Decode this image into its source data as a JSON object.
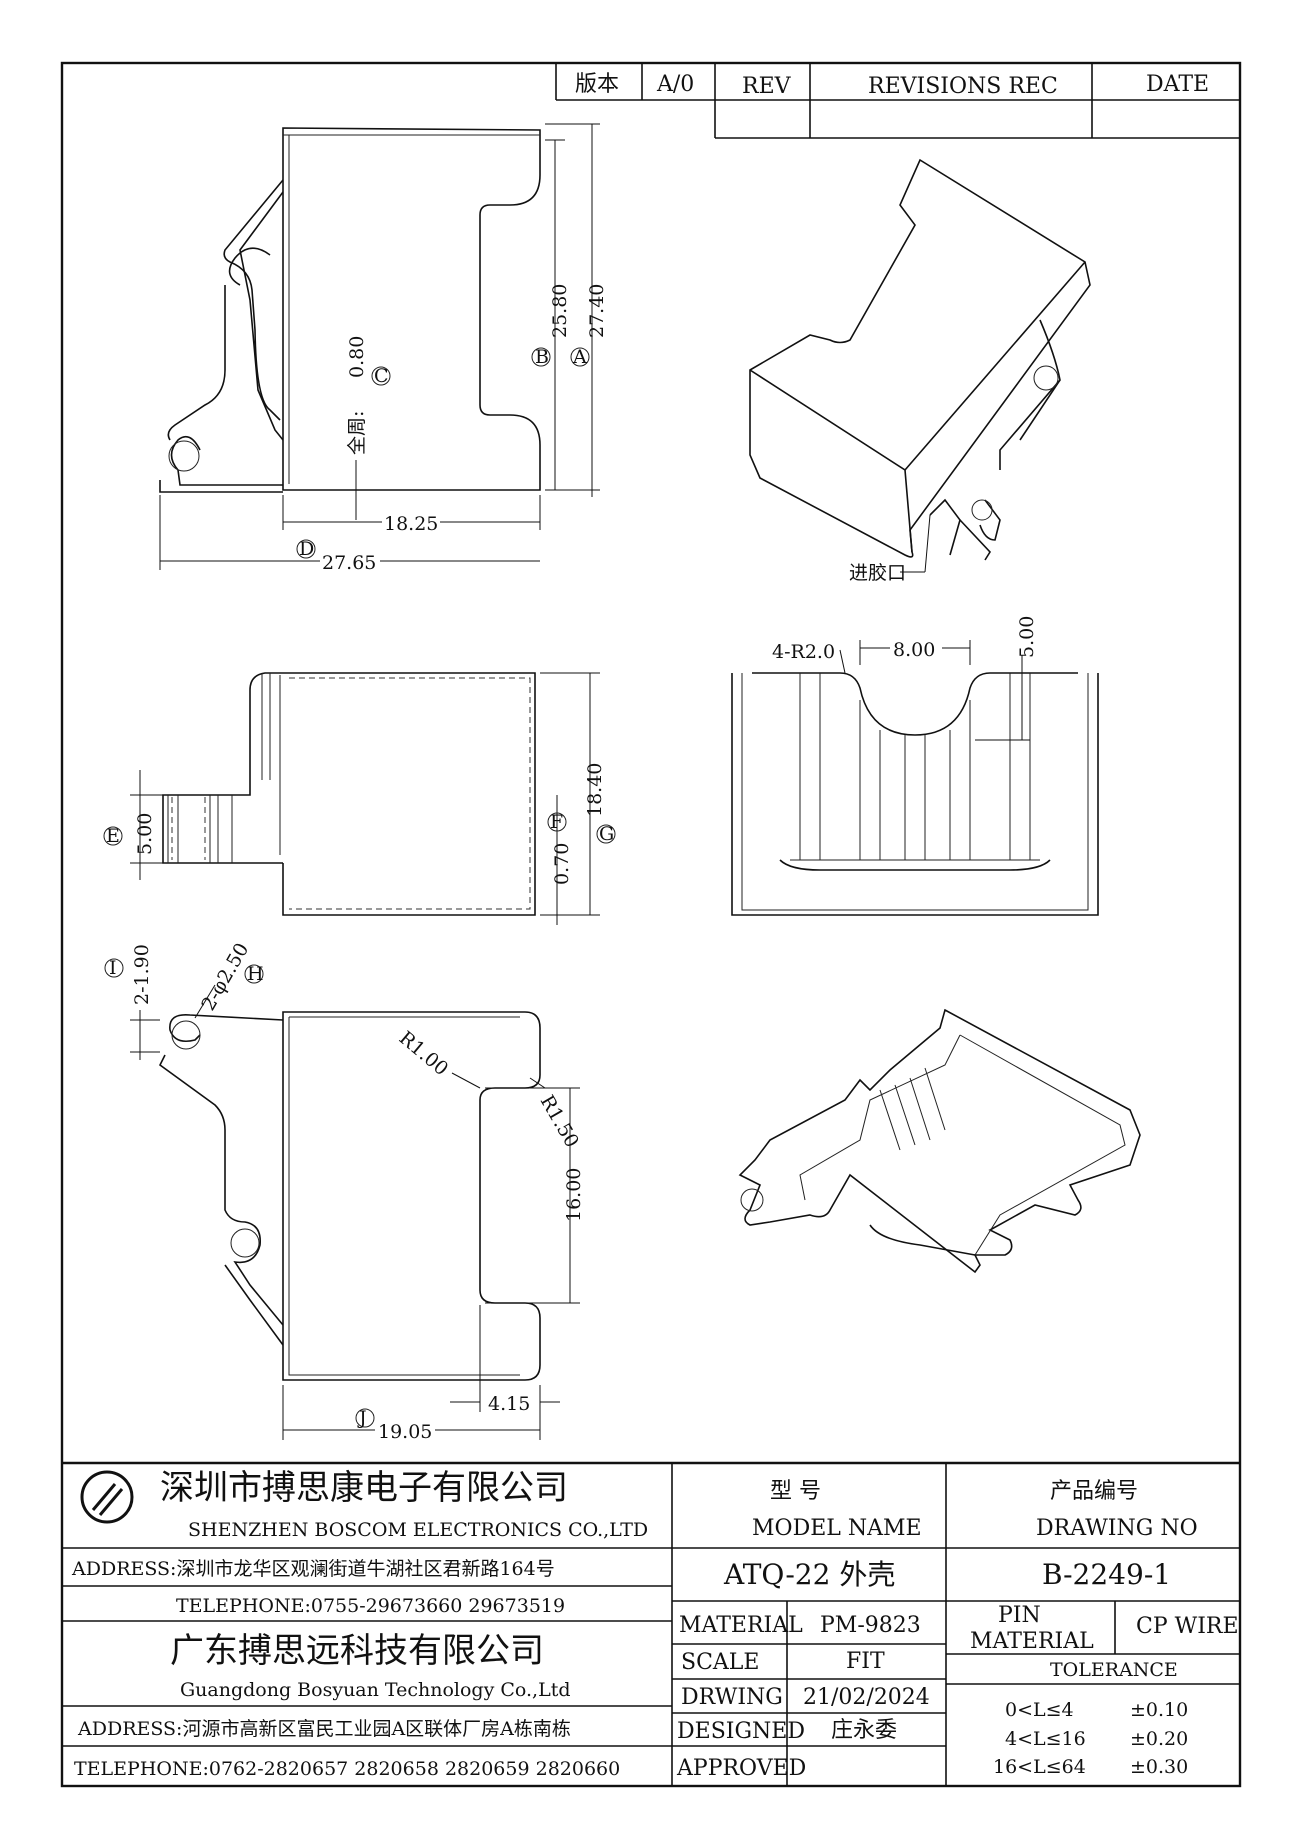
{
  "revision_block": {
    "version_label": "版本",
    "version_value": "A/0",
    "rev_header": "REV",
    "revisions_header": "REVISIONS REC",
    "date_header": "DATE"
  },
  "dimensions": {
    "d_25_80": "25.80",
    "d_27_40": "27.40",
    "d_0_80": "0.80",
    "d_full_note": "全周:",
    "d_18_25": "18.25",
    "d_27_65": "27.65",
    "d_5_00_top": "5.00",
    "d_8_00": "8.00",
    "d_4_r2": "4-R2.0",
    "d_18_40": "18.40",
    "d_0_70": "0.70",
    "d_5_00_side": "5.00",
    "d_2_1_90": "2-1.90",
    "d_2_phi_2_50": "2-φ2.50",
    "d_r1_00": "R1.00",
    "d_r1_50": "R1.50",
    "d_16_00": "16.00",
    "d_4_15": "4.15",
    "d_19_05": "19.05",
    "gate_note": "进胶口"
  },
  "balloons": {
    "A": "A",
    "B": "B",
    "C": "C",
    "D": "D",
    "E": "E",
    "F": "F",
    "G": "G",
    "H": "H",
    "I": "I",
    "J": "J"
  },
  "title_block": {
    "company_cn": "深圳市搏思康电子有限公司",
    "company_en": "SHENZHEN BOSCOM ELECTRONICS CO.,LTD",
    "address1": "ADDRESS:深圳市龙华区观澜街道牛湖社区君新路164号",
    "telephone1": "TELEPHONE:0755-29673660 29673519",
    "company2_cn": "广东搏思远科技有限公司",
    "company2_en": "Guangdong Bosyuan Technology Co.,Ltd",
    "address2": "ADDRESS:河源市高新区富民工业园A区联体厂房A栋南栋",
    "telephone2": "TELEPHONE:0762-2820657 2820658 2820659 2820660",
    "model_label_cn": "型 号",
    "model_label_en": "MODEL NAME",
    "drawing_label_cn": "产品编号",
    "drawing_label_en": "DRAWING NO",
    "model_value": "ATQ-22 外壳",
    "drawing_value": "B-2249-1",
    "material_label": "MATERIAL",
    "material_value": "PM-9823",
    "pin_material_label_1": "PIN",
    "pin_material_label_2": "MATERIAL",
    "pin_material_value": "CP WIRE",
    "scale_label": "SCALE",
    "scale_value": "FIT",
    "tolerance_label": "TOLERANCE",
    "drawing_date_label": "DRWING",
    "drawing_date_value": "21/02/2024",
    "designed_label": "DESIGNED",
    "designed_value": "庄永委",
    "approved_label": "APPROVED",
    "approved_value": "",
    "tolerances": [
      {
        "range": "0<L≤4",
        "value": "±0.10"
      },
      {
        "range": "4<L≤16",
        "value": "±0.20"
      },
      {
        "range": "16<L≤64",
        "value": "±0.30"
      }
    ]
  },
  "logo_icon": "boscom-logo-icon"
}
